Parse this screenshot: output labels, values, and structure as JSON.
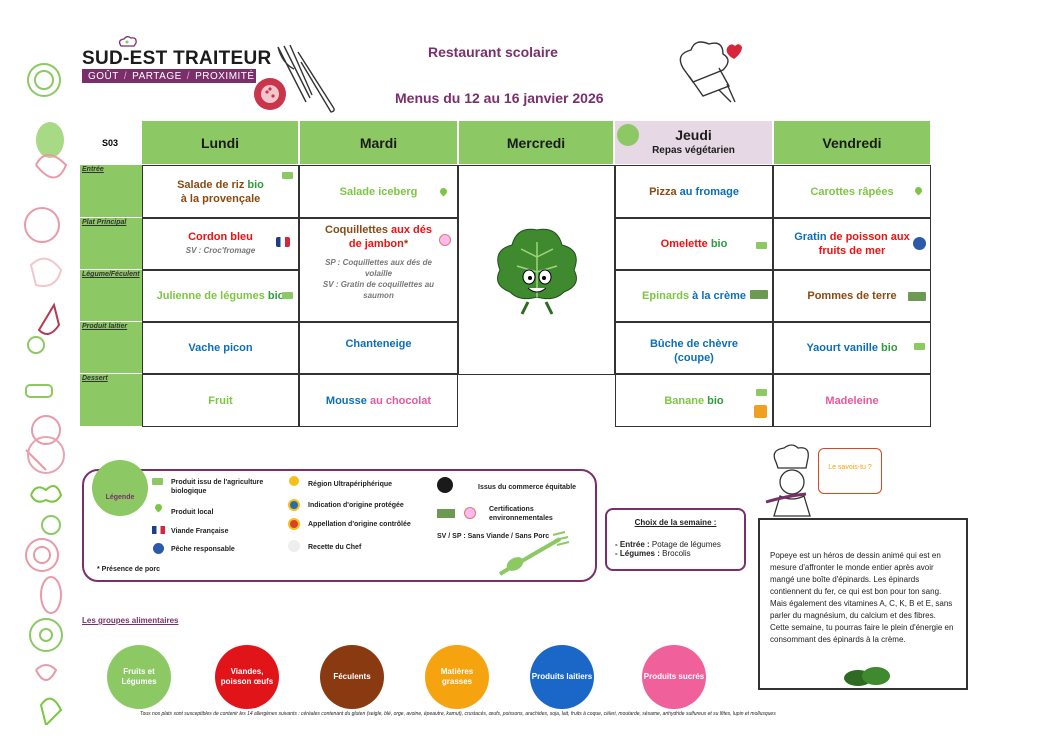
{
  "brand": {
    "name": "SUD-EST TRAITEUR",
    "tag1": "GOÛT",
    "tag2": "PARTAGE",
    "tag3": "PROXIMITÉ"
  },
  "title": "Restaurant scolaire",
  "subtitle": "Menus du 12 au 16 janvier 2026",
  "week": "S03",
  "days": [
    "Lundi",
    "Mardi",
    "Mercredi",
    "Jeudi",
    "Vendredi"
  ],
  "jeudi_sub": "Repas végétarien",
  "categories": [
    "Entrée",
    "Plat Principal",
    "Légume/Féculent",
    "Produit laitier",
    "Dessert"
  ],
  "menu": {
    "lundi": {
      "entree_a": "Salade de riz",
      "entree_b": "bio",
      "entree_c": "à la provençale",
      "plat_a": "Cordon bleu",
      "plat_sv": "SV : Croc'fromage",
      "legume_a": "Julienne de légumes",
      "legume_b": "bio",
      "laitier": "Vache picon",
      "dessert": "Fruit"
    },
    "mardi": {
      "entree": "Salade iceberg",
      "plat_a": "Coquillettes",
      "plat_b": "aux dés de jambon",
      "plat_star": "*",
      "plat_sp": "SP : Coquillettes aux dés de volaille",
      "plat_sv": "SV : Gratin de coquillettes au saumon",
      "laitier": "Chanteneige",
      "dessert_a": "Mousse",
      "dessert_b": "au chocolat"
    },
    "jeudi": {
      "entree_a": "Pizza",
      "entree_b": "au fromage",
      "plat_a": "Omelette",
      "plat_b": "bio",
      "legume_a": "Epinards",
      "legume_b": "à la crème",
      "laitier": "Bûche de chèvre (coupe)",
      "dessert_a": "Banane",
      "dessert_b": "bio"
    },
    "vendredi": {
      "entree": "Carottes râpées",
      "plat_a": "Gratin",
      "plat_b": "de poisson aux fruits de mer",
      "legume": "Pommes de terre",
      "laitier_a": "Yaourt vanille",
      "laitier_b": "bio",
      "dessert": "Madeleine"
    }
  },
  "legend": {
    "title": "Légende",
    "bio": "Produit issu de l'agriculture biologique",
    "local": "Produit local",
    "vf": "Viande Française",
    "peche": "Pêche responsable",
    "rup": "Région Ultrapériphérique",
    "igp": "Indication d'origine protégée",
    "aoc": "Appellation d'origine contrôlée",
    "chef": "Recette du Chef",
    "equitable": "Issus du commerce équitable",
    "certif": "Certifications environnementales",
    "svsp": "SV / SP : Sans Viande / Sans Porc",
    "porc": "* Présence de porc"
  },
  "choix": {
    "title": "Choix de la semaine :",
    "entree_label": "- Entrée :",
    "entree": "Potage de légumes",
    "legumes_label": "- Légumes :",
    "legumes": "Brocolis"
  },
  "savoir": {
    "bubble": "Le savois-tu ?",
    "text": "Popeye est un héros de dessin animé qui est en mesure d'affronter le monde entier après avoir mangé une boîte d'épinards. Les épinards contiennent du fer, ce qui est bon pour ton sang. Mais également des vitamines A, C, K, B et E, sans parler du magnésium, du calcium et des fibres. Cette semaine, tu pourras faire le plein d'énergie en consommant des épinards à la crème."
  },
  "groups_title": "Les groupes alimentaires",
  "groups": [
    {
      "label": "Fruits et Légumes",
      "color": "#8cc965"
    },
    {
      "label": "Viandes, poisson œufs",
      "color": "#e1141a"
    },
    {
      "label": "Féculents",
      "color": "#8a3a10"
    },
    {
      "label": "Matières grasses",
      "color": "#f5a30f"
    },
    {
      "label": "Produits laitiers",
      "color": "#1a67c8"
    },
    {
      "label": "Produits sucrés",
      "color": "#f0609a"
    }
  ],
  "footer": "Tous nos plats sont susceptibles de contenir les 14 allergènes suivants : céréales contenant du gluten (seigle, blé, orge, avoine, épeautre, kamut), crustacés, œufs, poissons, arachides, soja, lait, fruits à coque, céleri, moutarde, sésame, anhydride sulfureux et su lfites, lupin et mollusques"
}
